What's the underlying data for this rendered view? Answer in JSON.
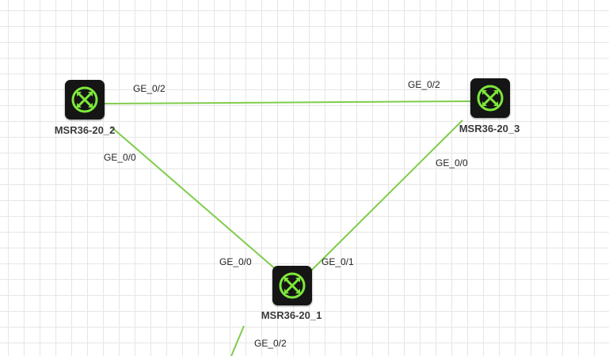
{
  "topology": {
    "devices": [
      {
        "id": "r2",
        "name": "MSR36-20_2"
      },
      {
        "id": "r3",
        "name": "MSR36-20_3"
      },
      {
        "id": "r1",
        "name": "MSR36-20_1"
      }
    ],
    "links": [
      {
        "a": "r2",
        "a_port": "GE_0/2",
        "b": "r3",
        "b_port": "GE_0/2"
      },
      {
        "a": "r2",
        "a_port": "GE_0/0",
        "b": "r1",
        "b_port": "GE_0/0"
      },
      {
        "a": "r3",
        "a_port": "GE_0/0",
        "b": "r1",
        "b_port": "GE_0/1"
      },
      {
        "a": "r1",
        "a_port": "GE_0/2",
        "b": "offscreen",
        "b_port": ""
      }
    ],
    "colors": {
      "link": "#7fcc4a",
      "icon_accent": "#7ee83a",
      "device_body": "#151515"
    },
    "icon": "router-icon"
  }
}
